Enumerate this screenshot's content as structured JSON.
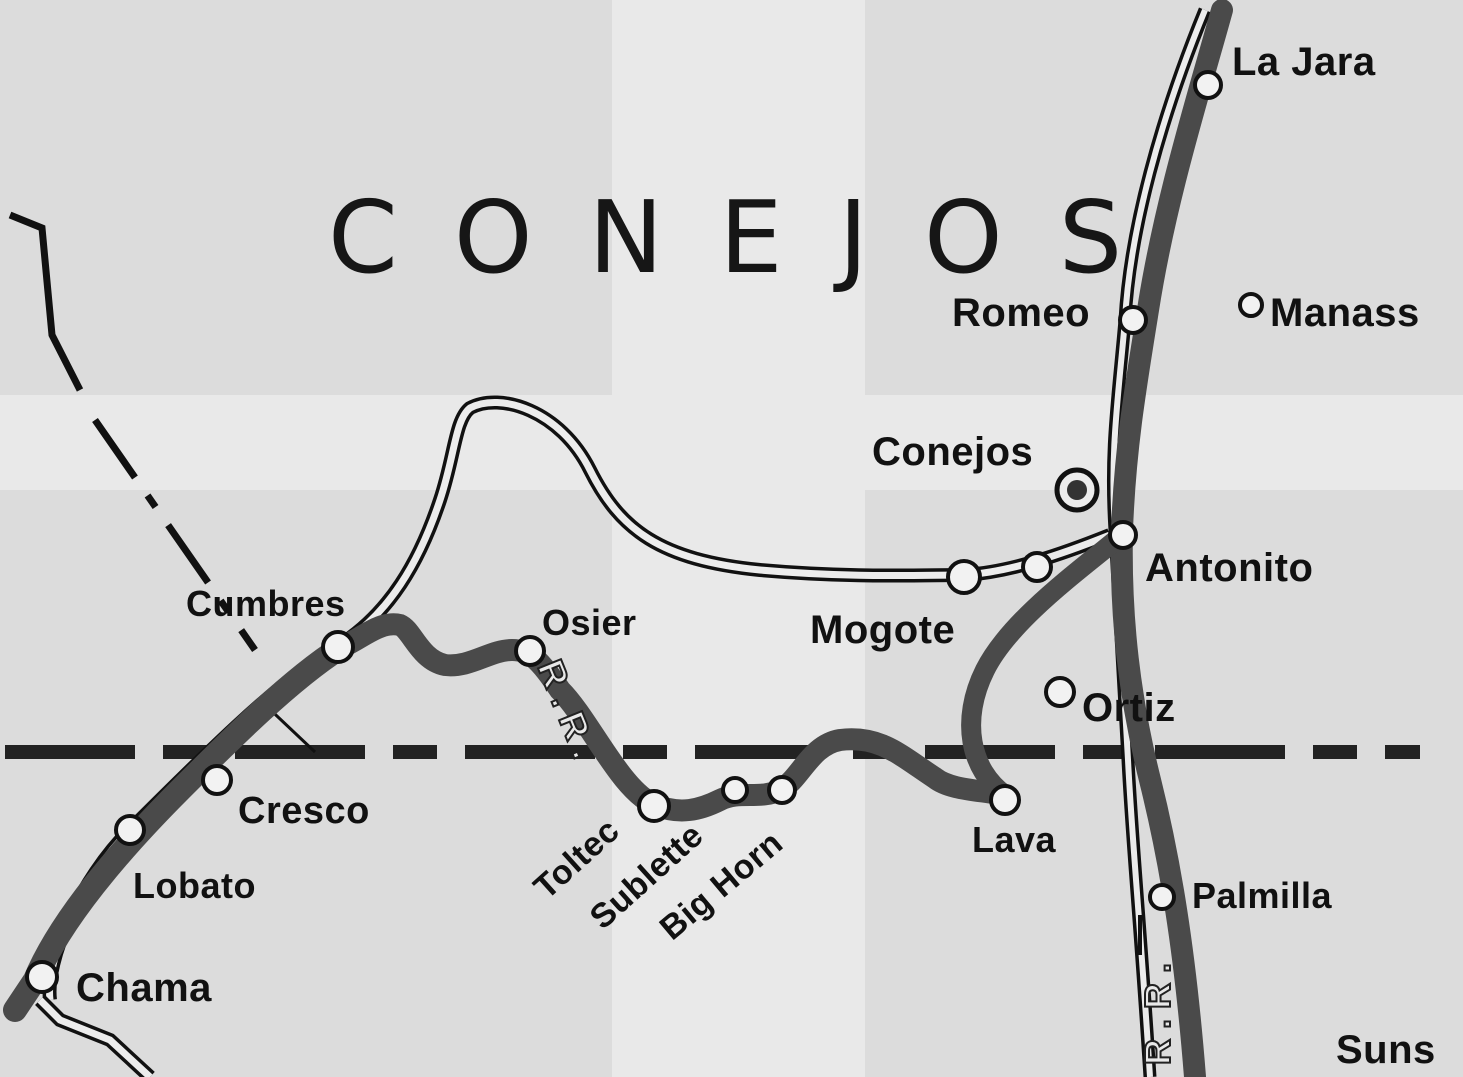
{
  "map": {
    "county_label": "CONEJOS",
    "railroad_marks": {
      "rio_grande_rr": "R.R.",
      "narrow_gauge_rr": "R.R."
    },
    "towns": {
      "la_jara": "La Jara",
      "romeo": "Romeo",
      "manassa": "Manass",
      "conejos": "Conejos",
      "antonito": "Antonito",
      "mogote": "Mogote",
      "ortiz": "Ortiz",
      "cumbres": "Cumbres",
      "osier": "Osier",
      "cresco": "Cresco",
      "lobato": "Lobato",
      "chama": "Chama",
      "toltec": "Toltec",
      "sublette": "Sublette",
      "big_horn": "Big Horn",
      "lava": "Lava",
      "palmilla": "Palmilla",
      "sunshine": "Suns"
    },
    "colors": {
      "background": "#e9e9e9",
      "railroad": "#4a4a4a",
      "road": "#111111",
      "text": "#111111"
    }
  }
}
